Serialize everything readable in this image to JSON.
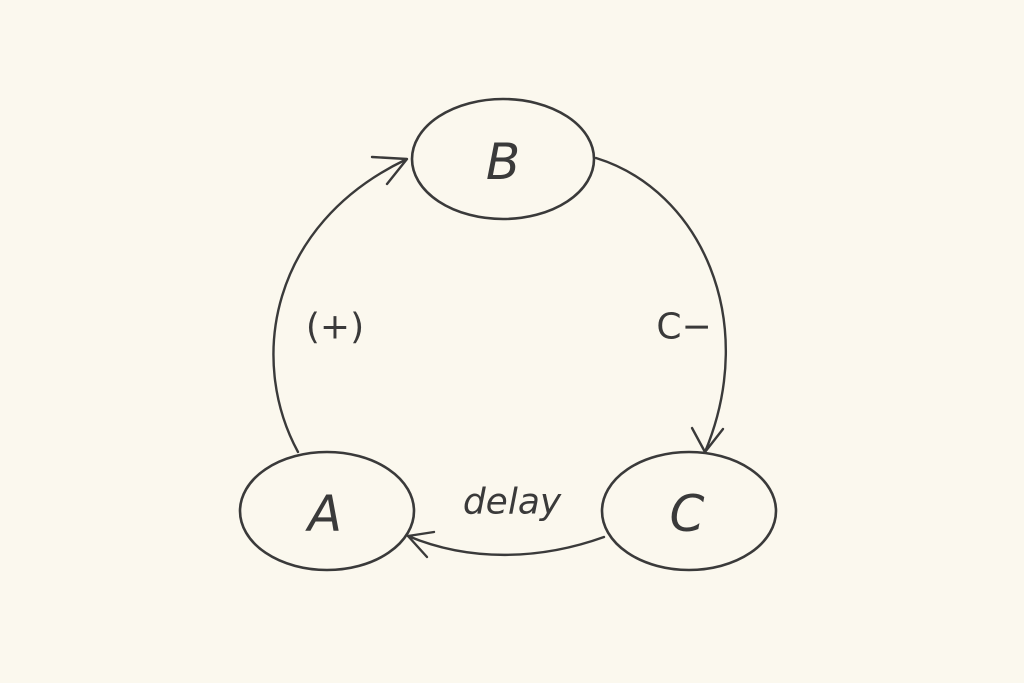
{
  "diagram": {
    "background": "#fbf8ee",
    "ink": "#3a3a3a",
    "nodes": {
      "a": {
        "label": "A"
      },
      "b": {
        "label": "B"
      },
      "c": {
        "label": "C"
      }
    },
    "edges": {
      "a_to_b": {
        "label": "(+)"
      },
      "b_to_c": {
        "label": "C−"
      },
      "c_to_a": {
        "label": "delay"
      }
    }
  }
}
